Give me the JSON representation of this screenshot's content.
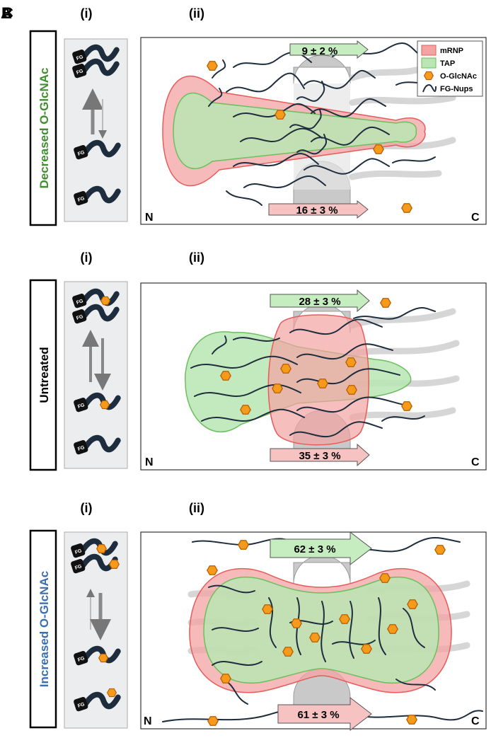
{
  "panel_letters": [
    "A",
    "B",
    "C"
  ],
  "roman_i": "(i)",
  "roman_ii": "(ii)",
  "fg_label": "FG",
  "side_n": "N",
  "side_c": "C",
  "legend": {
    "mrnp": "mRNP",
    "tap": "TAP",
    "oglcnac": "O-GlcNAc",
    "fgnups": "FG-Nups"
  },
  "panels": [
    {
      "condition": "Decreased O-GlcNAc",
      "condition_color": "#3f8f2f",
      "tap_value": "9 ± 2 %",
      "mrnp_value": "16 ± 3 %"
    },
    {
      "condition": "Untreated",
      "condition_color": "#000000",
      "tap_value": "28 ± 3 %",
      "mrnp_value": "35 ± 3 %"
    },
    {
      "condition": "Increased O-GlcNAc",
      "condition_color": "#3a6fb0",
      "tap_value": "62 ± 3 %",
      "mrnp_value": "61 ± 3 %"
    }
  ],
  "colors": {
    "mrnp_fill": "#f4a3a3",
    "mrnp_stroke": "#e85b5b",
    "tap_fill": "#b9e6b3",
    "tap_stroke": "#6cbf5e",
    "oglcnac_fill": "#f59a1b",
    "oglcnac_stroke": "#b85e00",
    "fgnup_stroke": "#1e2d3d"
  }
}
